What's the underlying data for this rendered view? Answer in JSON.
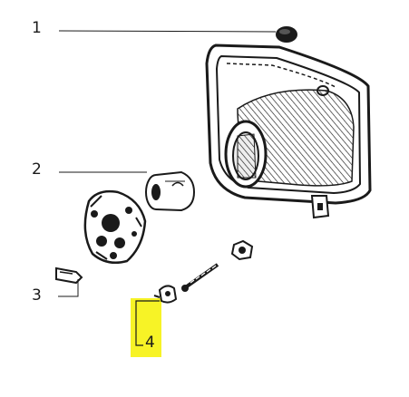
{
  "callouts": [
    {
      "label": "1"
    },
    {
      "label": "2"
    },
    {
      "label": "3"
    },
    {
      "label": "4",
      "highlight": "#f7f21a"
    }
  ],
  "colors": {
    "ink": "#1a1a1a",
    "paper": "#ffffff",
    "highlight": "#f7f21a"
  }
}
